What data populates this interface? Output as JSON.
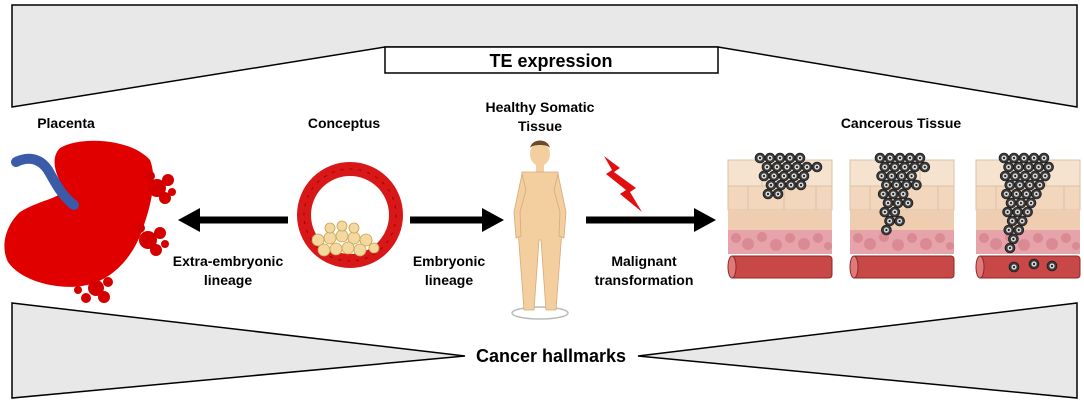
{
  "top_banner": {
    "label": "TE expression"
  },
  "bottom_banner": {
    "label": "Cancer hallmarks"
  },
  "stages": {
    "placenta": "Placenta",
    "conceptus": "Conceptus",
    "healthy_line1": "Healthy Somatic",
    "healthy_line2": "Tissue",
    "cancerous": "Cancerous Tissue"
  },
  "arrows": {
    "extra_line1": "Extra-embryonic",
    "extra_line2": "lineage",
    "embryonic_line1": "Embryonic",
    "embryonic_line2": "lineage",
    "malignant_line1": "Malignant",
    "malignant_line2": "transformation"
  },
  "colors": {
    "placenta_red": "#e00000",
    "vessel_blue": "#3b5ba8",
    "conceptus_red": "#d81818",
    "inner_cells": "#f3d9a0",
    "skin": "#f3cfa0",
    "hair": "#6b4a2a",
    "bolt_red": "#e01010",
    "tumor_gray": "#555555",
    "tissue_top": "#f6e3cf",
    "tissue_mid": "#efcdb0",
    "tissue_pink": "#e6a4aa",
    "blood_vessel": "#c84848"
  },
  "icons": [
    "placenta-icon",
    "conceptus-icon",
    "human-figure-icon",
    "lightning-bolt-icon",
    "tumor-tissue-icon"
  ]
}
